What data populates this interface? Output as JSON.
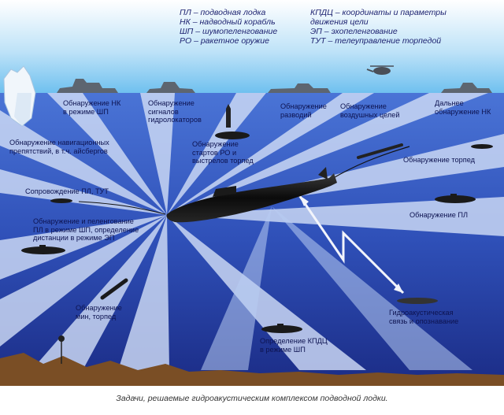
{
  "legend": {
    "left": [
      "ПЛ – подводная лодка",
      "НК – надводный корабль",
      "ШП – шумопеленгование",
      "РО – ракетное оружие"
    ],
    "right": [
      "КПДЦ – координаты и параметры",
      "движения цели",
      "ЭП – эхопеленгование",
      "ТУТ – телеуправление торпедой"
    ]
  },
  "labels": {
    "nk_shp": [
      "Обнаружение НК",
      "в режиме ШП"
    ],
    "signals": [
      "Обнаружение",
      "сигналов",
      "гидролокаторов"
    ],
    "razvod": [
      "Обнаружение",
      "разводий"
    ],
    "air": [
      "Обнаружение",
      "воздушных целей"
    ],
    "far_nk": [
      "Дальнее",
      "обнаружение НК"
    ],
    "nav": [
      "Обнаружение навигационных",
      "препятствий, в т.ч. айсбергов"
    ],
    "ro_starts": [
      "Обнаружение",
      "стартов РО и",
      "выстрелов торпед"
    ],
    "torpedo_det": [
      "Обнаружение торпед"
    ],
    "escort": [
      "Сопровождение ПЛ, ТУТ"
    ],
    "pl_det": [
      "Обнаружение ПЛ"
    ],
    "pl_ep": [
      "Обнаружение и пеленгование",
      "ПЛ в режиме ШП, определение",
      "дистанции в режиме ЭП"
    ],
    "mines": [
      "Обнаружение",
      "мин, торпед"
    ],
    "kpdc": [
      "Определение КПДЦ",
      "в режиме ШП"
    ],
    "hydro": [
      "Гидроакустическая",
      "связь и опознавание"
    ]
  },
  "caption": "Задачи, решаемые гидроакустическим комплексом подводной лодки.",
  "colors": {
    "sky": "#7ec7f0",
    "sea_top": "#3d63c8",
    "sea_bottom": "#1c2f8a",
    "beam": "#c4d6f5",
    "text": "#0d1350",
    "seabed": "#8a5a2c"
  }
}
